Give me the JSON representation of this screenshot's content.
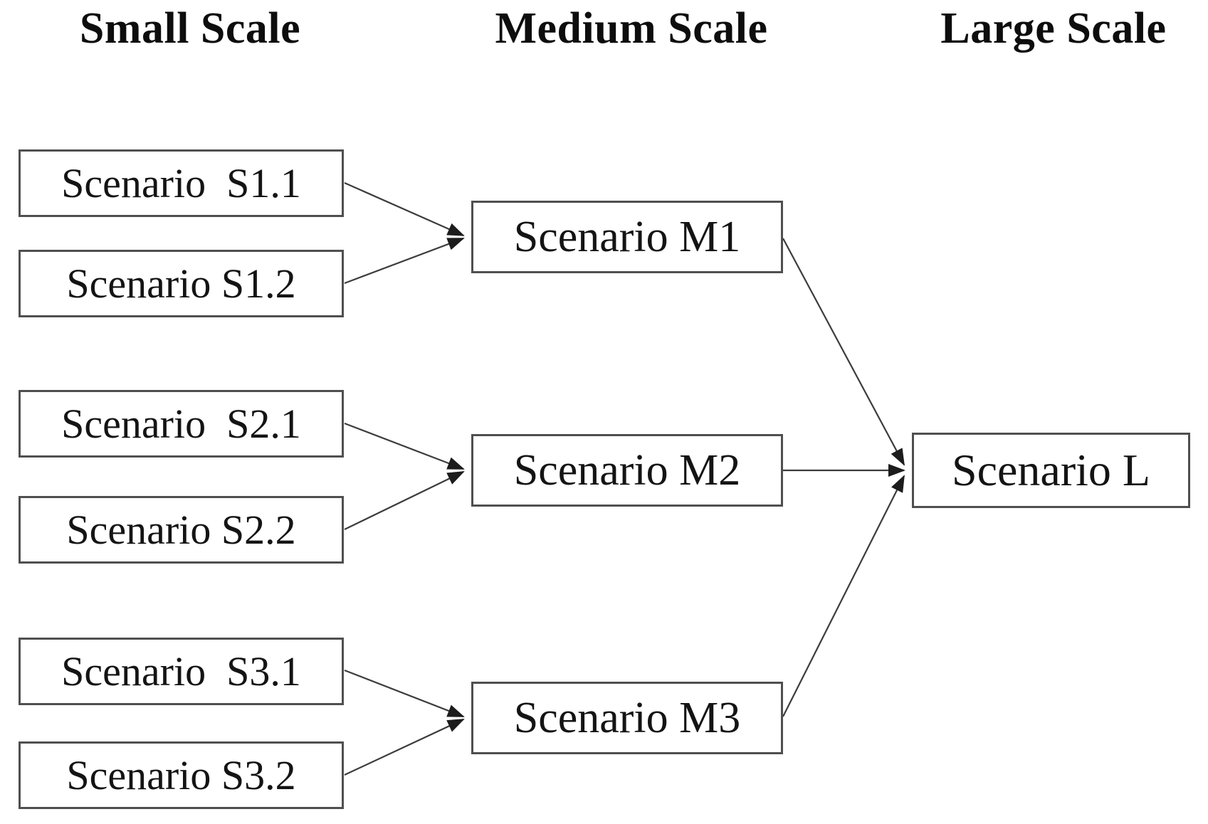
{
  "figure": {
    "columns": [
      {
        "id": "small",
        "label": "Small Scale"
      },
      {
        "id": "medium",
        "label": "Medium Scale"
      },
      {
        "id": "large",
        "label": "Large Scale"
      }
    ],
    "nodes": {
      "s11": {
        "label": "Scenario  S1.1",
        "column": "Small Scale"
      },
      "s12": {
        "label": "Scenario S1.2",
        "column": "Small Scale"
      },
      "s21": {
        "label": "Scenario  S2.1",
        "column": "Small Scale"
      },
      "s22": {
        "label": "Scenario S2.2",
        "column": "Small Scale"
      },
      "s31": {
        "label": "Scenario  S3.1",
        "column": "Small Scale"
      },
      "s32": {
        "label": "Scenario S3.2",
        "column": "Small Scale"
      },
      "m1": {
        "label": "Scenario M1",
        "column": "Medium Scale"
      },
      "m2": {
        "label": "Scenario M2",
        "column": "Medium Scale"
      },
      "m3": {
        "label": "Scenario M3",
        "column": "Medium Scale"
      },
      "l": {
        "label": "Scenario L",
        "column": "Large Scale"
      }
    },
    "edges": [
      {
        "from": "Scenario S1.1",
        "to": "Scenario M1"
      },
      {
        "from": "Scenario S1.2",
        "to": "Scenario M1"
      },
      {
        "from": "Scenario S2.1",
        "to": "Scenario M2"
      },
      {
        "from": "Scenario S2.2",
        "to": "Scenario M2"
      },
      {
        "from": "Scenario S3.1",
        "to": "Scenario M3"
      },
      {
        "from": "Scenario S3.2",
        "to": "Scenario M3"
      },
      {
        "from": "Scenario M1",
        "to": "Scenario L"
      },
      {
        "from": "Scenario M2",
        "to": "Scenario L"
      },
      {
        "from": "Scenario M3",
        "to": "Scenario L"
      }
    ],
    "colors": {
      "background": "#ffffff",
      "box_border": "#4f4f4f",
      "text": "#141414",
      "arrow": "#3c3c3c"
    }
  }
}
